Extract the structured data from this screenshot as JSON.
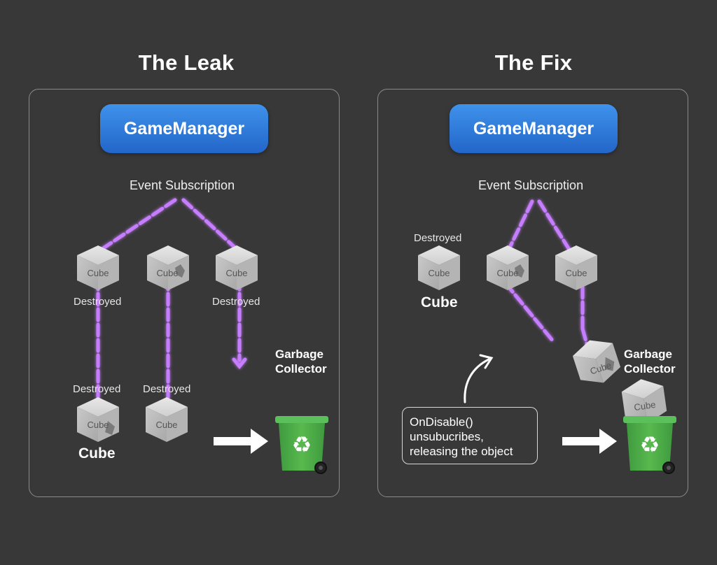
{
  "left": {
    "title": "The Leak",
    "manager": "GameManager",
    "event_label": "Event Subscription",
    "cube_text": "Cube",
    "destroyed_label": "Destroyed",
    "cube_caption": "Cube",
    "collector": [
      "Garbage",
      "Collector"
    ]
  },
  "right": {
    "title": "The Fix",
    "manager": "GameManager",
    "event_label": "Event Subscription",
    "destroyed_label": "Destroyed",
    "cube_caption": "Cube",
    "cube_text": "Cube",
    "collector": [
      "Garbage",
      "Collector"
    ],
    "note": [
      "OnDisable()",
      "unsubucribes,",
      "releasing the object"
    ]
  },
  "colors": {
    "background": "#383838",
    "manager_blue": "#2f7fe0",
    "chain_purple": "#c77dff",
    "bin_green": "#4caf50"
  }
}
